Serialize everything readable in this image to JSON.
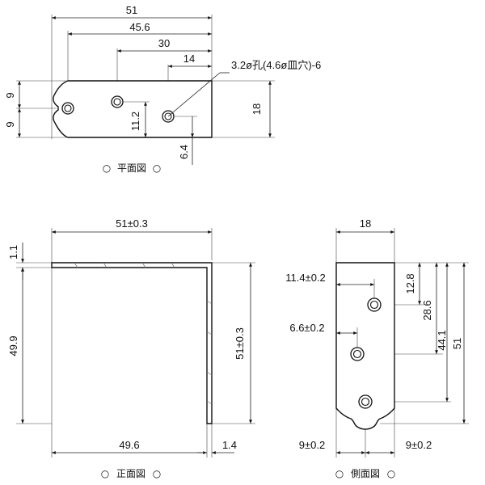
{
  "plan_view": {
    "caption": "平面図",
    "dims": {
      "overall_51": "51",
      "d_45_6": "45.6",
      "d_30": "30",
      "d_14": "14",
      "left_9_top": "9",
      "left_9_bottom": "9",
      "height_18": "18",
      "d_11_2": "11.2",
      "d_6_4": "6.4"
    },
    "hole_note": "3.2ø孔(4.6ø皿穴)-6"
  },
  "front_view": {
    "caption": "正面図",
    "dims": {
      "top_width": "51±0.3",
      "thickness_1_1": "1.1",
      "height_49_9": "49.9",
      "height_51": "51±0.3",
      "bottom_49_6": "49.6",
      "bottom_1_4": "1.4"
    }
  },
  "side_view": {
    "caption": "側面図",
    "dims": {
      "width_18": "18",
      "d_11_4": "11.4±0.2",
      "d_6_6": "6.6±0.2",
      "d_12_8": "12.8",
      "d_28_6": "28.6",
      "d_44_1": "44.1",
      "d_51": "51",
      "bottom_left_9": "9±0.2",
      "bottom_right_9": "9±0.2"
    }
  },
  "caption_marker": "○"
}
